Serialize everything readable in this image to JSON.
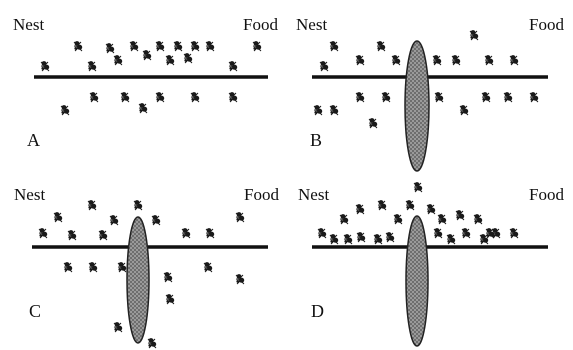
{
  "labels": {
    "nest": "Nest",
    "food": "Food"
  },
  "panels": [
    {
      "id": "A",
      "letter": "A",
      "has_obstacle": false
    },
    {
      "id": "B",
      "letter": "B",
      "has_obstacle": true
    },
    {
      "id": "C",
      "letter": "C",
      "has_obstacle": true
    },
    {
      "id": "D",
      "letter": "D",
      "has_obstacle": true
    }
  ],
  "colors": {
    "path_line": "#111111",
    "ant": "#1a1a1a",
    "obstacle_fill": "#8a8a8a",
    "obstacle_stroke": "#222222"
  },
  "icons": {
    "ant": "ant-icon",
    "obstacle": "obstacle-icon"
  }
}
